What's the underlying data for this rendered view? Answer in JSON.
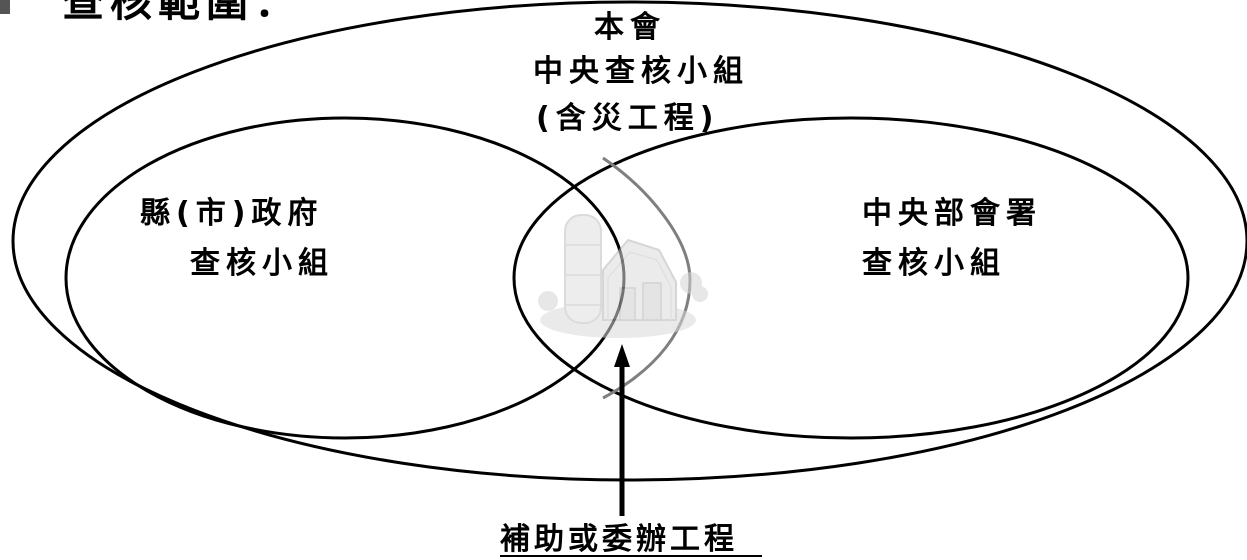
{
  "header": {
    "bullet_icon": "square-bullet-icon",
    "title": "查核範圍："
  },
  "diagram": {
    "outer": {
      "line1": "本會",
      "line2": "中央查核小組",
      "line3": "(含災工程)"
    },
    "left": {
      "line1": "縣(市)政府",
      "line2": "查核小組"
    },
    "right": {
      "line1": "中央部會署",
      "line2": "查核小組"
    },
    "center_icon": "farm-barn-silo-icon",
    "bottom_label": "補助或委辦工程"
  }
}
